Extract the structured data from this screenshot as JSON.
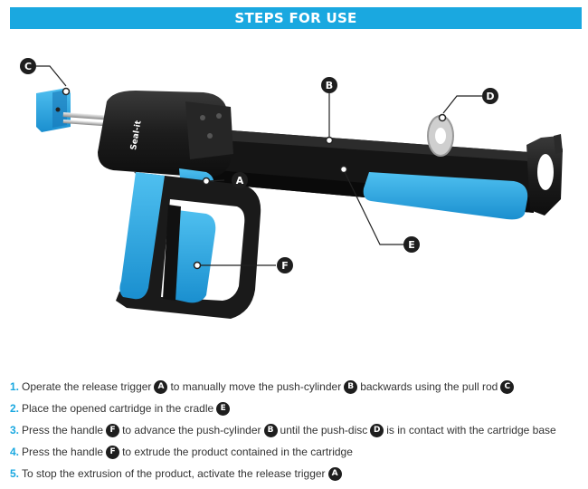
{
  "header": {
    "title": "STEPS FOR USE"
  },
  "colors": {
    "accent": "#1aa8e0",
    "badge": "#1e1e1e",
    "gun_body": "#1c1c1c",
    "grip": "#2aa6e2"
  },
  "illustration": {
    "brand": "Seal-it",
    "labels": {
      "a": "A",
      "b": "B",
      "c": "C",
      "d": "D",
      "e": "E",
      "f": "F"
    }
  },
  "steps": [
    {
      "num": "1.",
      "parts": [
        {
          "t": "text",
          "v": "Operate the release trigger"
        },
        {
          "t": "badge",
          "v": "A"
        },
        {
          "t": "text",
          "v": "to manually move the push-cylinder"
        },
        {
          "t": "badge",
          "v": "B"
        },
        {
          "t": "text",
          "v": "backwards using the pull rod"
        },
        {
          "t": "badge",
          "v": "C"
        }
      ]
    },
    {
      "num": "2.",
      "parts": [
        {
          "t": "text",
          "v": "Place the opened cartridge in the cradle"
        },
        {
          "t": "badge",
          "v": "E"
        }
      ]
    },
    {
      "num": "3.",
      "parts": [
        {
          "t": "text",
          "v": "Press the handle"
        },
        {
          "t": "badge",
          "v": "F"
        },
        {
          "t": "text",
          "v": "to advance the push-cylinder"
        },
        {
          "t": "badge",
          "v": "B"
        },
        {
          "t": "text",
          "v": "until the push-disc"
        },
        {
          "t": "badge",
          "v": "D"
        },
        {
          "t": "text",
          "v": "is in contact with the cartridge base"
        }
      ]
    },
    {
      "num": "4.",
      "parts": [
        {
          "t": "text",
          "v": "Press the handle"
        },
        {
          "t": "badge",
          "v": "F"
        },
        {
          "t": "text",
          "v": "to extrude the product contained in the cartridge"
        }
      ]
    },
    {
      "num": "5.",
      "parts": [
        {
          "t": "text",
          "v": "To stop the extrusion of the product, activate the release trigger"
        },
        {
          "t": "badge",
          "v": "A"
        }
      ]
    }
  ]
}
